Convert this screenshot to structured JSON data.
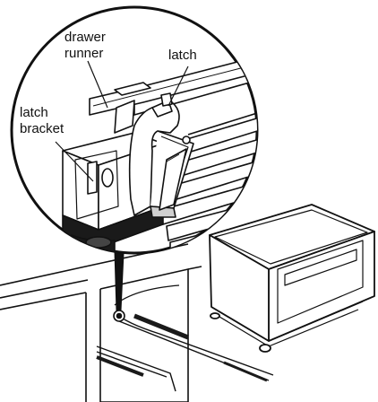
{
  "labels": {
    "drawer_runner_line1": "drawer",
    "drawer_runner_line2": "runner",
    "latch": "latch",
    "latch_bracket_line1": "latch",
    "latch_bracket_line2": "bracket"
  },
  "colors": {
    "line": "#111111",
    "fill_light": "#ffffff",
    "fill_dark": "#1a1a1a",
    "fill_grey": "#cfcfcf"
  }
}
